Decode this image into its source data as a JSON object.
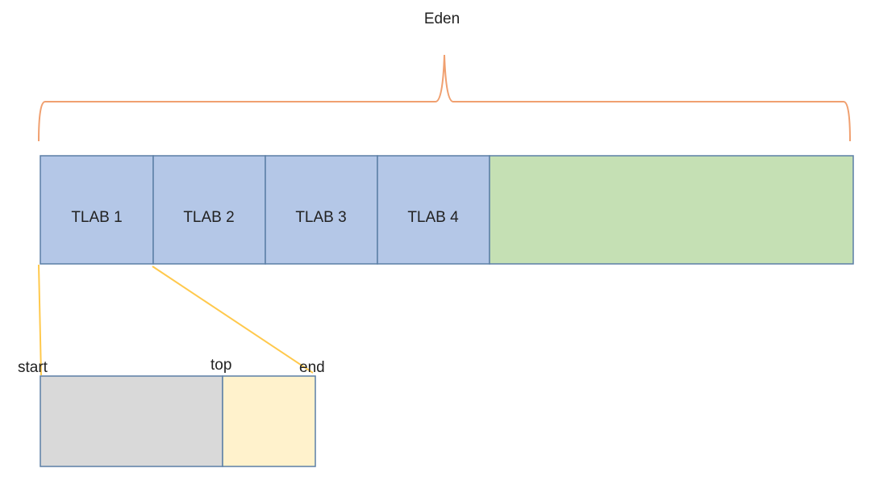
{
  "title": "Eden",
  "tlabs": [
    "TLAB 1",
    "TLAB 2",
    "TLAB 3",
    "TLAB 4"
  ],
  "detail_labels": {
    "start": "start",
    "top": "top",
    "end": "end"
  },
  "colors": {
    "tlab_fill": "#b4c7e7",
    "free_fill": "#c5e0b4",
    "border": "#5b7fa6",
    "brace": "#f0a070",
    "connector": "#ffc94d",
    "used_fill": "#d9d9d9",
    "remaining_fill": "#fff2cc"
  }
}
